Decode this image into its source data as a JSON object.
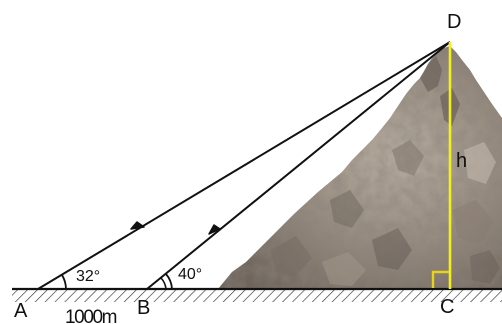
{
  "points": {
    "A": "A",
    "B": "B",
    "C": "C",
    "D": "D"
  },
  "angles": {
    "at_A": "32°",
    "at_B": "40°"
  },
  "height_label": "h",
  "distance_AB": "1000m",
  "colors": {
    "lines": "#111111",
    "height_line": "#f2ef1a",
    "right_angle_marker": "#e6d31a",
    "rock": "#9b8f84"
  }
}
